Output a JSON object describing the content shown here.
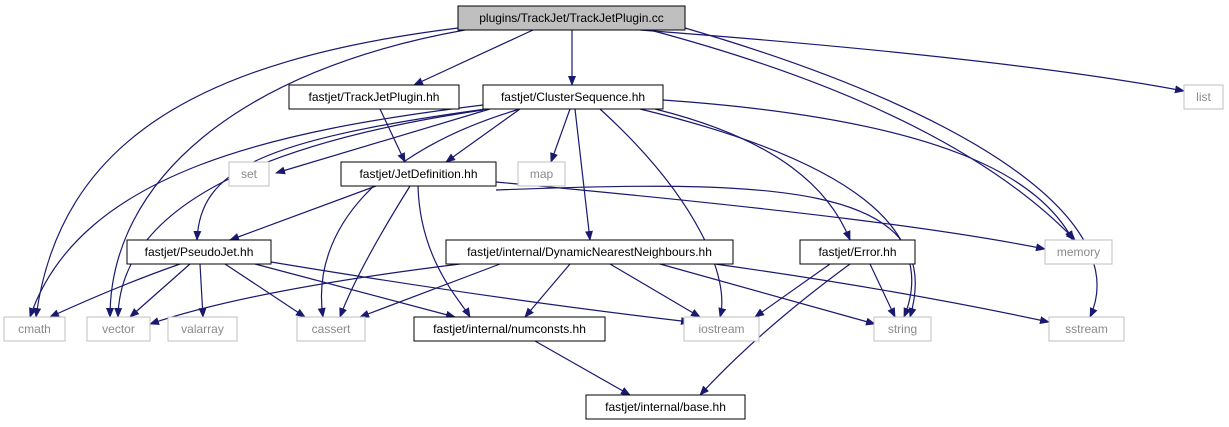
{
  "graph": {
    "nodes": [
      {
        "id": "root",
        "label": "plugins/TrackJet/TrackJetPlugin.cc",
        "kind": "root"
      },
      {
        "id": "tjp",
        "label": "fastjet/TrackJetPlugin.hh",
        "kind": "documented"
      },
      {
        "id": "cs",
        "label": "fastjet/ClusterSequence.hh",
        "kind": "documented"
      },
      {
        "id": "list",
        "label": "list",
        "kind": "external"
      },
      {
        "id": "set",
        "label": "set",
        "kind": "external"
      },
      {
        "id": "jd",
        "label": "fastjet/JetDefinition.hh",
        "kind": "documented"
      },
      {
        "id": "map",
        "label": "map",
        "kind": "external"
      },
      {
        "id": "pj",
        "label": "fastjet/PseudoJet.hh",
        "kind": "documented"
      },
      {
        "id": "dnn",
        "label": "fastjet/internal/DynamicNearestNeighbours.hh",
        "kind": "documented"
      },
      {
        "id": "err",
        "label": "fastjet/Error.hh",
        "kind": "documented"
      },
      {
        "id": "memory",
        "label": "memory",
        "kind": "external"
      },
      {
        "id": "cmath",
        "label": "cmath",
        "kind": "external"
      },
      {
        "id": "vector",
        "label": "vector",
        "kind": "external"
      },
      {
        "id": "valarray",
        "label": "valarray",
        "kind": "external"
      },
      {
        "id": "cassert",
        "label": "cassert",
        "kind": "external"
      },
      {
        "id": "numconsts",
        "label": "fastjet/internal/numconsts.hh",
        "kind": "documented"
      },
      {
        "id": "iostream",
        "label": "iostream",
        "kind": "external"
      },
      {
        "id": "string",
        "label": "string",
        "kind": "external"
      },
      {
        "id": "sstream",
        "label": "sstream",
        "kind": "external"
      },
      {
        "id": "base",
        "label": "fastjet/internal/base.hh",
        "kind": "documented"
      }
    ],
    "edges": [
      {
        "from": "root",
        "to": "tjp"
      },
      {
        "from": "root",
        "to": "cs"
      },
      {
        "from": "root",
        "to": "list"
      },
      {
        "from": "root",
        "to": "memory"
      },
      {
        "from": "root",
        "to": "sstream"
      },
      {
        "from": "root",
        "to": "cmath"
      },
      {
        "from": "root",
        "to": "vector"
      },
      {
        "from": "tjp",
        "to": "jd"
      },
      {
        "from": "cs",
        "to": "set"
      },
      {
        "from": "cs",
        "to": "map"
      },
      {
        "from": "cs",
        "to": "jd"
      },
      {
        "from": "cs",
        "to": "pj"
      },
      {
        "from": "cs",
        "to": "dnn"
      },
      {
        "from": "cs",
        "to": "err"
      },
      {
        "from": "cs",
        "to": "memory"
      },
      {
        "from": "cs",
        "to": "cmath"
      },
      {
        "from": "cs",
        "to": "vector"
      },
      {
        "from": "cs",
        "to": "cassert"
      },
      {
        "from": "cs",
        "to": "iostream"
      },
      {
        "from": "cs",
        "to": "string"
      },
      {
        "from": "jd",
        "to": "pj"
      },
      {
        "from": "jd",
        "to": "memory"
      },
      {
        "from": "jd",
        "to": "cassert"
      },
      {
        "from": "jd",
        "to": "numconsts"
      },
      {
        "from": "jd",
        "to": "string"
      },
      {
        "from": "pj",
        "to": "cmath"
      },
      {
        "from": "pj",
        "to": "vector"
      },
      {
        "from": "pj",
        "to": "valarray"
      },
      {
        "from": "pj",
        "to": "cassert"
      },
      {
        "from": "pj",
        "to": "numconsts"
      },
      {
        "from": "pj",
        "to": "iostream"
      },
      {
        "from": "dnn",
        "to": "vector"
      },
      {
        "from": "dnn",
        "to": "cassert"
      },
      {
        "from": "dnn",
        "to": "numconsts"
      },
      {
        "from": "dnn",
        "to": "iostream"
      },
      {
        "from": "dnn",
        "to": "string"
      },
      {
        "from": "dnn",
        "to": "sstream"
      },
      {
        "from": "err",
        "to": "iostream"
      },
      {
        "from": "err",
        "to": "string"
      },
      {
        "from": "err",
        "to": "base"
      },
      {
        "from": "numconsts",
        "to": "base"
      }
    ]
  },
  "colors": {
    "edge": "#191970",
    "root_fill": "#bfbfbf",
    "documented_border": "#000000",
    "external_border": "#bfbfbf",
    "external_text": "#8a8a8a"
  }
}
